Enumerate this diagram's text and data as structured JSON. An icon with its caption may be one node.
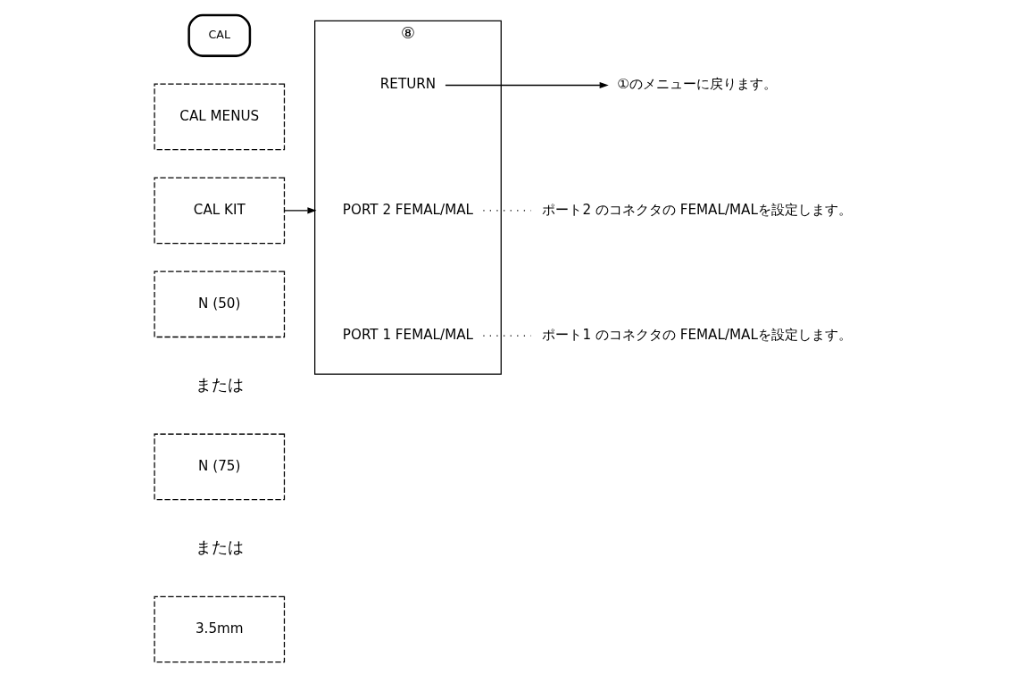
{
  "diagram": {
    "nodes": [
      {
        "text": [
          "CAL"
        ]
      },
      {
        "text": [
          "CAL MENUS"
        ]
      },
      {
        "text": [
          "CAL KIT"
        ]
      },
      {
        "text": [
          "N (50)"
        ]
      },
      {
        "text": [
          "N (75)"
        ]
      },
      {
        "text": [
          "3.5mm"
        ]
      },
      {
        "text": [
          "⑧"
        ]
      },
      {
        "text": [
          "PORT 1 FEMAL/MAL"
        ],
        "in": 6
      },
      {
        "text": [
          "PORT 2 FEMAL/MAL"
        ],
        "in": 6
      },
      {
        "text": [
          "RETURN"
        ],
        "in": 6
      },
      {
        "text": [
          "ポート1 のコネクタの FEMAL/MALを設定します。"
        ]
      },
      {
        "text": [
          "ポート2 のコネクタの FEMAL/MALを設定します。"
        ]
      },
      {
        "text": [
          "①のメニューに戻ります。"
        ]
      }
    ],
    "edges": [
      {
        "from": 2,
        "to": 6,
        "arrow": "to"
      },
      {
        "from": 7,
        "to": 10,
        "arrow": "none",
        "style": "dashed"
      },
      {
        "from": 8,
        "to": 11,
        "arrow": "none",
        "style": "dashed"
      },
      {
        "from": 9,
        "to": 12,
        "arrow": "to"
      }
    ],
    "labels": [
      "または",
      "または"
    ]
  }
}
